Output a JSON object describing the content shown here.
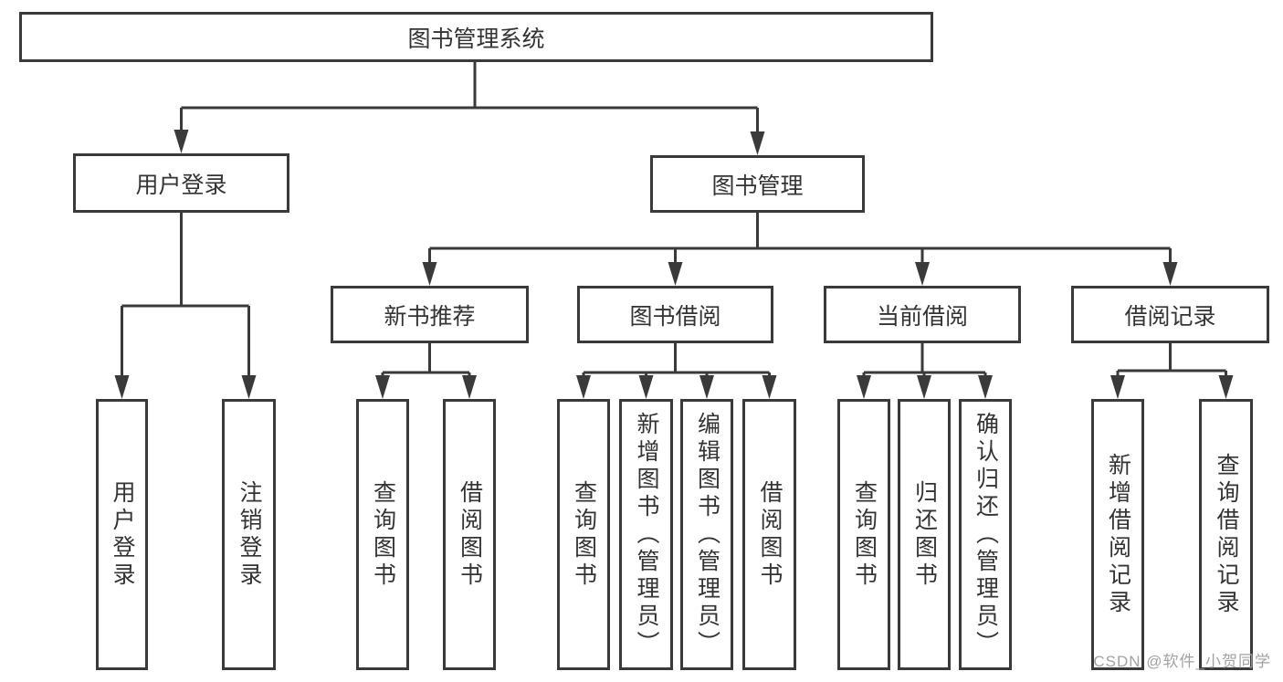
{
  "tree": {
    "root": {
      "label": "图书管理系统"
    },
    "branches": [
      {
        "label": "用户登录",
        "children": [
          {
            "label": "用户登录"
          },
          {
            "label": "注销登录"
          }
        ]
      },
      {
        "label": "图书管理",
        "children": [
          {
            "label": "新书推荐",
            "children": [
              {
                "label": "查询图书"
              },
              {
                "label": "借阅图书"
              }
            ]
          },
          {
            "label": "图书借阅",
            "children": [
              {
                "label": "查询图书"
              },
              {
                "label": "新增图书（管理员）"
              },
              {
                "label": "编辑图书（管理员）"
              },
              {
                "label": "借阅图书"
              }
            ]
          },
          {
            "label": "当前借阅",
            "children": [
              {
                "label": "查询图书"
              },
              {
                "label": "归还图书"
              },
              {
                "label": "确认归还（管理员）"
              }
            ]
          },
          {
            "label": "借阅记录",
            "children": [
              {
                "label": "新增借阅记录"
              },
              {
                "label": "查询借阅记录"
              }
            ]
          }
        ]
      }
    ]
  },
  "watermark": {
    "text": "CSDN @软件_小贺同学"
  },
  "colors": {
    "line": "#3a3a3a",
    "text": "#333333",
    "box_bg": "#ffffff",
    "watermark": "#a2a2a2"
  }
}
